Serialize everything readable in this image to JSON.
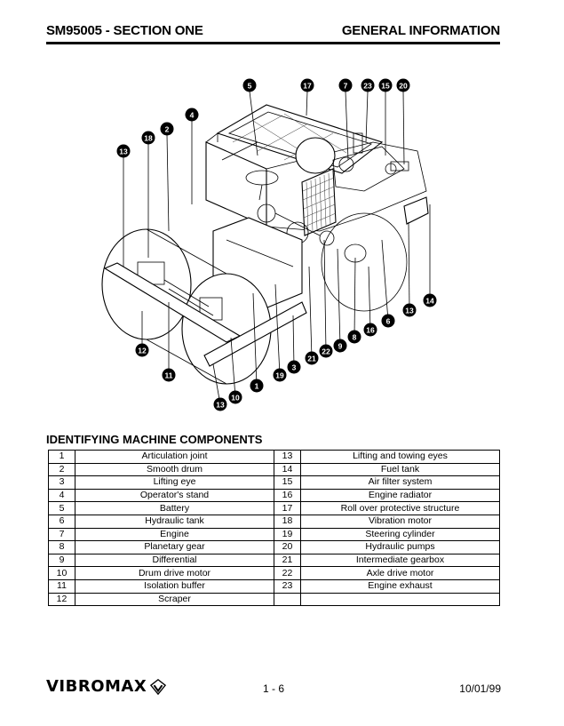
{
  "header": {
    "left": "SM95005 - SECTION ONE",
    "right": "GENERAL INFORMATION"
  },
  "diagram": {
    "description": "Exploded view of Vibromax roller machine components",
    "callouts": [
      "5",
      "17",
      "7",
      "23",
      "15",
      "20",
      "4",
      "2",
      "18",
      "13",
      "14",
      "13",
      "6",
      "16",
      "8",
      "9",
      "22",
      "21",
      "3",
      "19",
      "1",
      "10",
      "13",
      "11",
      "12"
    ]
  },
  "section_title": "IDENTIFYING MACHINE COMPONENTS",
  "components_table": {
    "rows": [
      {
        "left_num": "1",
        "left_desc": "Articulation joint",
        "right_num": "13",
        "right_desc": "Lifting and towing eyes"
      },
      {
        "left_num": "2",
        "left_desc": "Smooth drum",
        "right_num": "14",
        "right_desc": "Fuel tank"
      },
      {
        "left_num": "3",
        "left_desc": "Lifting eye",
        "right_num": "15",
        "right_desc": "Air filter system"
      },
      {
        "left_num": "4",
        "left_desc": "Operator's stand",
        "right_num": "16",
        "right_desc": "Engine radiator"
      },
      {
        "left_num": "5",
        "left_desc": "Battery",
        "right_num": "17",
        "right_desc": "Roll over protective structure"
      },
      {
        "left_num": "6",
        "left_desc": "Hydraulic tank",
        "right_num": "18",
        "right_desc": "Vibration motor"
      },
      {
        "left_num": "7",
        "left_desc": "Engine",
        "right_num": "19",
        "right_desc": "Steering cylinder"
      },
      {
        "left_num": "8",
        "left_desc": "Planetary gear",
        "right_num": "20",
        "right_desc": "Hydraulic pumps"
      },
      {
        "left_num": "9",
        "left_desc": "Differential",
        "right_num": "21",
        "right_desc": "Intermediate gearbox"
      },
      {
        "left_num": "10",
        "left_desc": "Drum drive motor",
        "right_num": "22",
        "right_desc": "Axle drive motor"
      },
      {
        "left_num": "11",
        "left_desc": "Isolation buffer",
        "right_num": "23",
        "right_desc": "Engine exhaust"
      },
      {
        "left_num": "12",
        "left_desc": "Scraper",
        "right_num": "",
        "right_desc": ""
      }
    ]
  },
  "footer": {
    "brand": "VIBROMAX",
    "page": "1 - 6",
    "date": "10/01/99"
  }
}
